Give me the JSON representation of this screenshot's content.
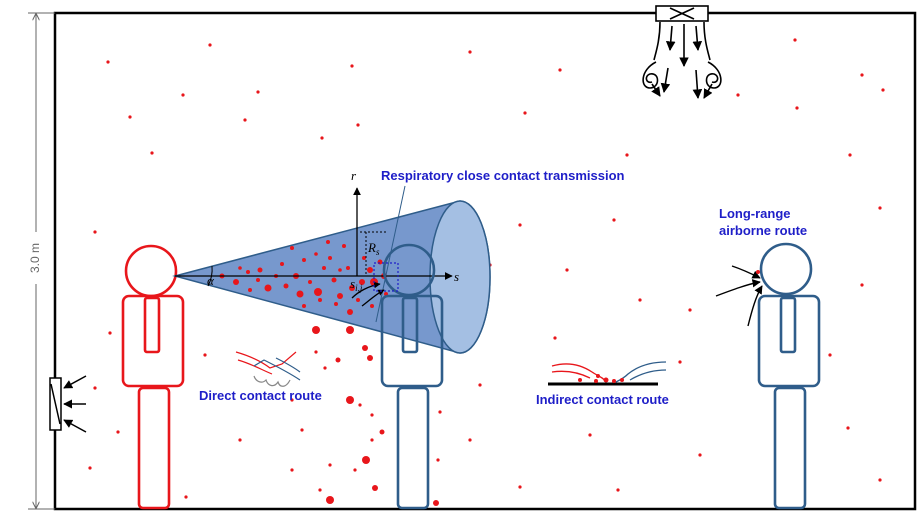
{
  "dimension_label": "3.0 m",
  "labels": {
    "respiratory": "Respiratory close contact transmission",
    "direct": "Direct contact route",
    "indirect": "Indirect contact route",
    "long_range_line1": "Long-range",
    "long_range_line2": "airborne route"
  },
  "axes": {
    "r": "r",
    "s": "s",
    "alpha": "α",
    "Rs": "R",
    "Rs_sub": "s",
    "sij": "s",
    "sij_sub": "i,j"
  },
  "colors": {
    "infector": "#e8161b",
    "susceptible": "#2f5d8a",
    "cone_fill": "#8aa9d6",
    "droplet": "#e8161b",
    "label": "#1e1ec8"
  }
}
